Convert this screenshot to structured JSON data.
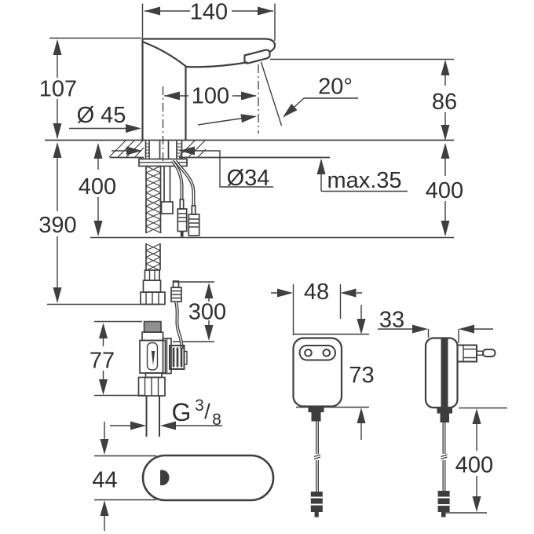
{
  "dims": {
    "top_width": "140",
    "body_height": "107",
    "base_diameter": "Ø 45",
    "spout_projection": "100",
    "spray_angle": "20°",
    "outlet_height": "86",
    "hole_diameter": "Ø34",
    "deck_thickness": "max.35",
    "cable_below_left": "400",
    "cable_below_right": "400",
    "hose_length": "390",
    "sensor_cable": "300",
    "valve_height": "77",
    "sensor_unit_height": "44",
    "adapter_width": "48",
    "adapter_height": "73",
    "adapter_depth": "33",
    "adapter_cable": "400",
    "thread": {
      "g": "G",
      "numerator": "3",
      "slash": "/",
      "denominator": "8"
    }
  }
}
